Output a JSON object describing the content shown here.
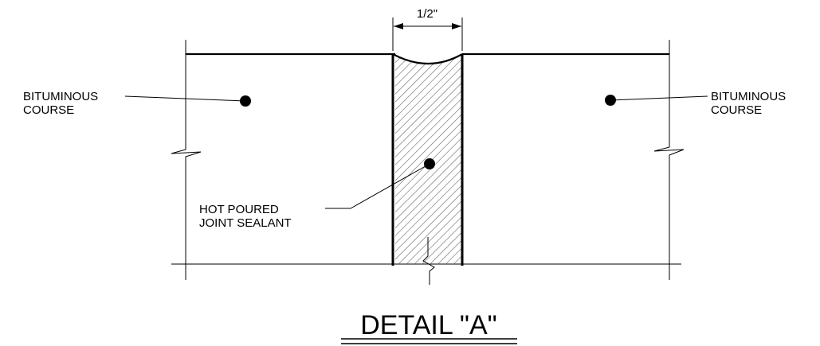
{
  "drawing": {
    "title": "DETAIL \"A\"",
    "dimension": "1/2\"",
    "callouts": {
      "left": {
        "line1": "BITUMINOUS",
        "line2": "COURSE"
      },
      "right": {
        "line1": "BITUMINOUS",
        "line2": "COURSE"
      },
      "sealant": {
        "line1": "HOT POURED",
        "line2": "JOINT SEALANT"
      }
    }
  }
}
